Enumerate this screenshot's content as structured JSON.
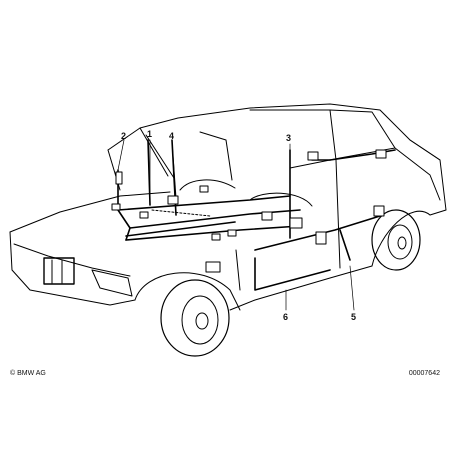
{
  "diagram": {
    "callouts": [
      "2",
      "1",
      "4",
      "3",
      "6",
      "5"
    ],
    "copyright": "© BMW AG",
    "document_number": "00007642"
  }
}
